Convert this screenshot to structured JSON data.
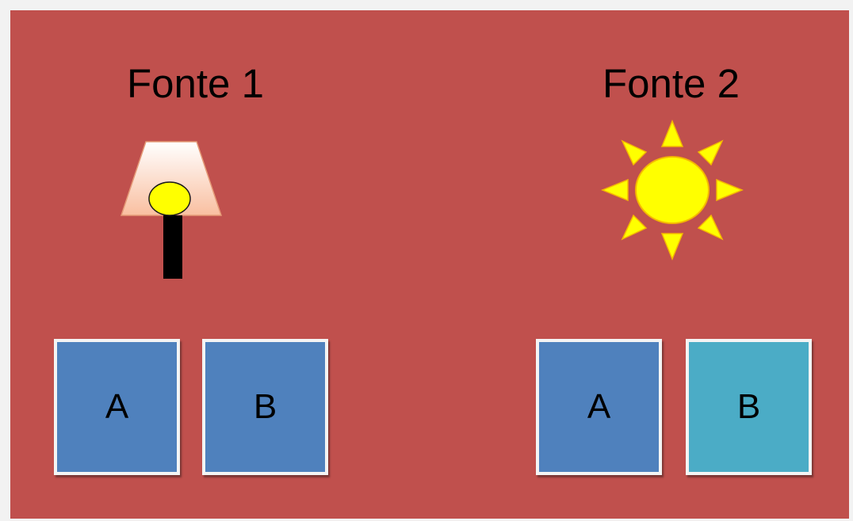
{
  "sources": [
    {
      "title": "Fonte 1",
      "icon": "lamp-icon",
      "cards": [
        {
          "label": "A",
          "color": "#4f81bd"
        },
        {
          "label": "B",
          "color": "#4f81bd"
        }
      ]
    },
    {
      "title": "Fonte 2",
      "icon": "sun-icon",
      "cards": [
        {
          "label": "A",
          "color": "#4f81bd"
        },
        {
          "label": "B",
          "color": "#4bacc6"
        }
      ]
    }
  ],
  "colors": {
    "background": "#c0504d",
    "bulb": "#ffff00",
    "sun": "#ffff00",
    "sun_outline": "#f5b800",
    "lamp_shade_top": "#ffffff",
    "lamp_shade_bottom": "#fac3a3"
  }
}
